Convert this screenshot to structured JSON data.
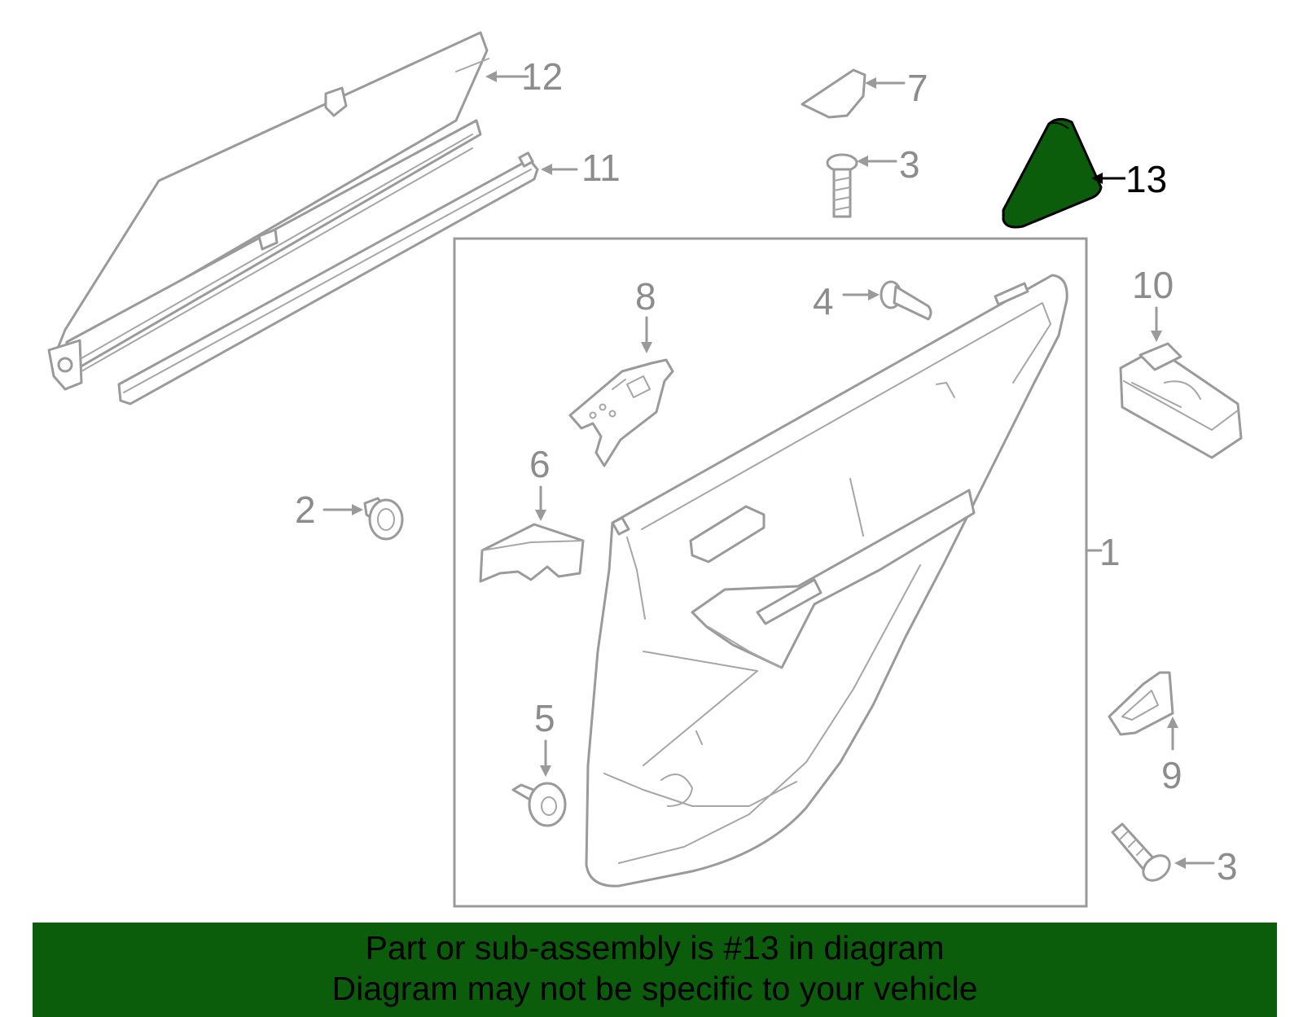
{
  "diagram": {
    "callouts": {
      "c1": "1",
      "c2": "2",
      "c3a": "3",
      "c3b": "3",
      "c4": "4",
      "c5": "5",
      "c6": "6",
      "c7": "7",
      "c8": "8",
      "c9": "9",
      "c10": "10",
      "c11": "11",
      "c12": "12",
      "c13": "13"
    },
    "highlight_color": "#0b5c0b",
    "line_color": "#9a9a9a"
  },
  "banner": {
    "line1": "Part or sub-assembly is #13 in diagram",
    "line2": "Diagram may not be specific to your vehicle"
  }
}
